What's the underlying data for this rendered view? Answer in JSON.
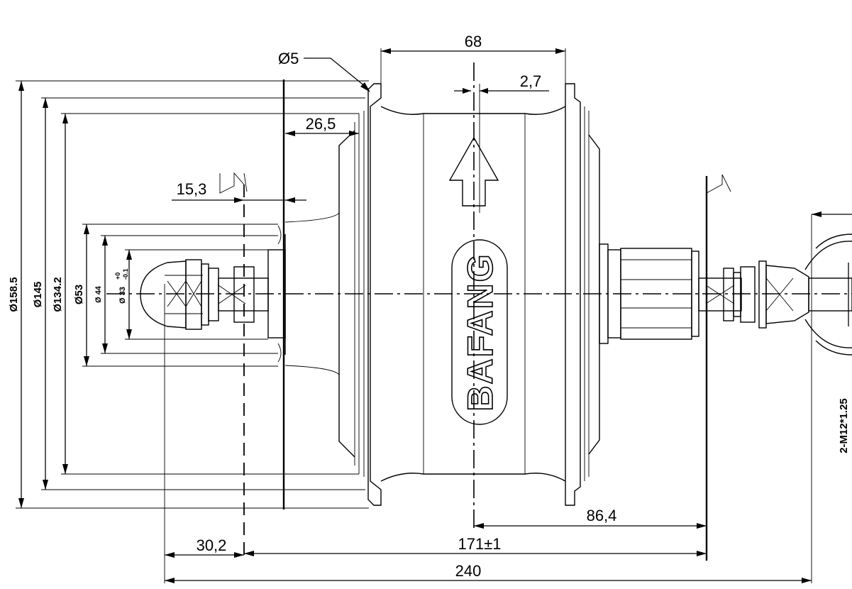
{
  "brand_logo": "BAFANG",
  "dimensions": {
    "hole_dia": "Ø5",
    "spoke_flange_width": "68",
    "offset": "2,7",
    "flange_to_flange": "26,5",
    "flange_offset": "15,3",
    "left_locknut": "30,2",
    "center_to_dropout": "86,4",
    "axle_over_locknut": "171±1",
    "axle_length": "240",
    "dia_1585": "Ø158.5",
    "dia_145": "Ø145",
    "dia_1342": "Ø134.2",
    "dia_53": "Ø53",
    "dia_44": "Ø 44",
    "dia_33_base": "Ø 33",
    "dia_33_tol_upper": "+0",
    "dia_33_tol_lower": "-0.1",
    "thread": "2-M12*1.25"
  }
}
